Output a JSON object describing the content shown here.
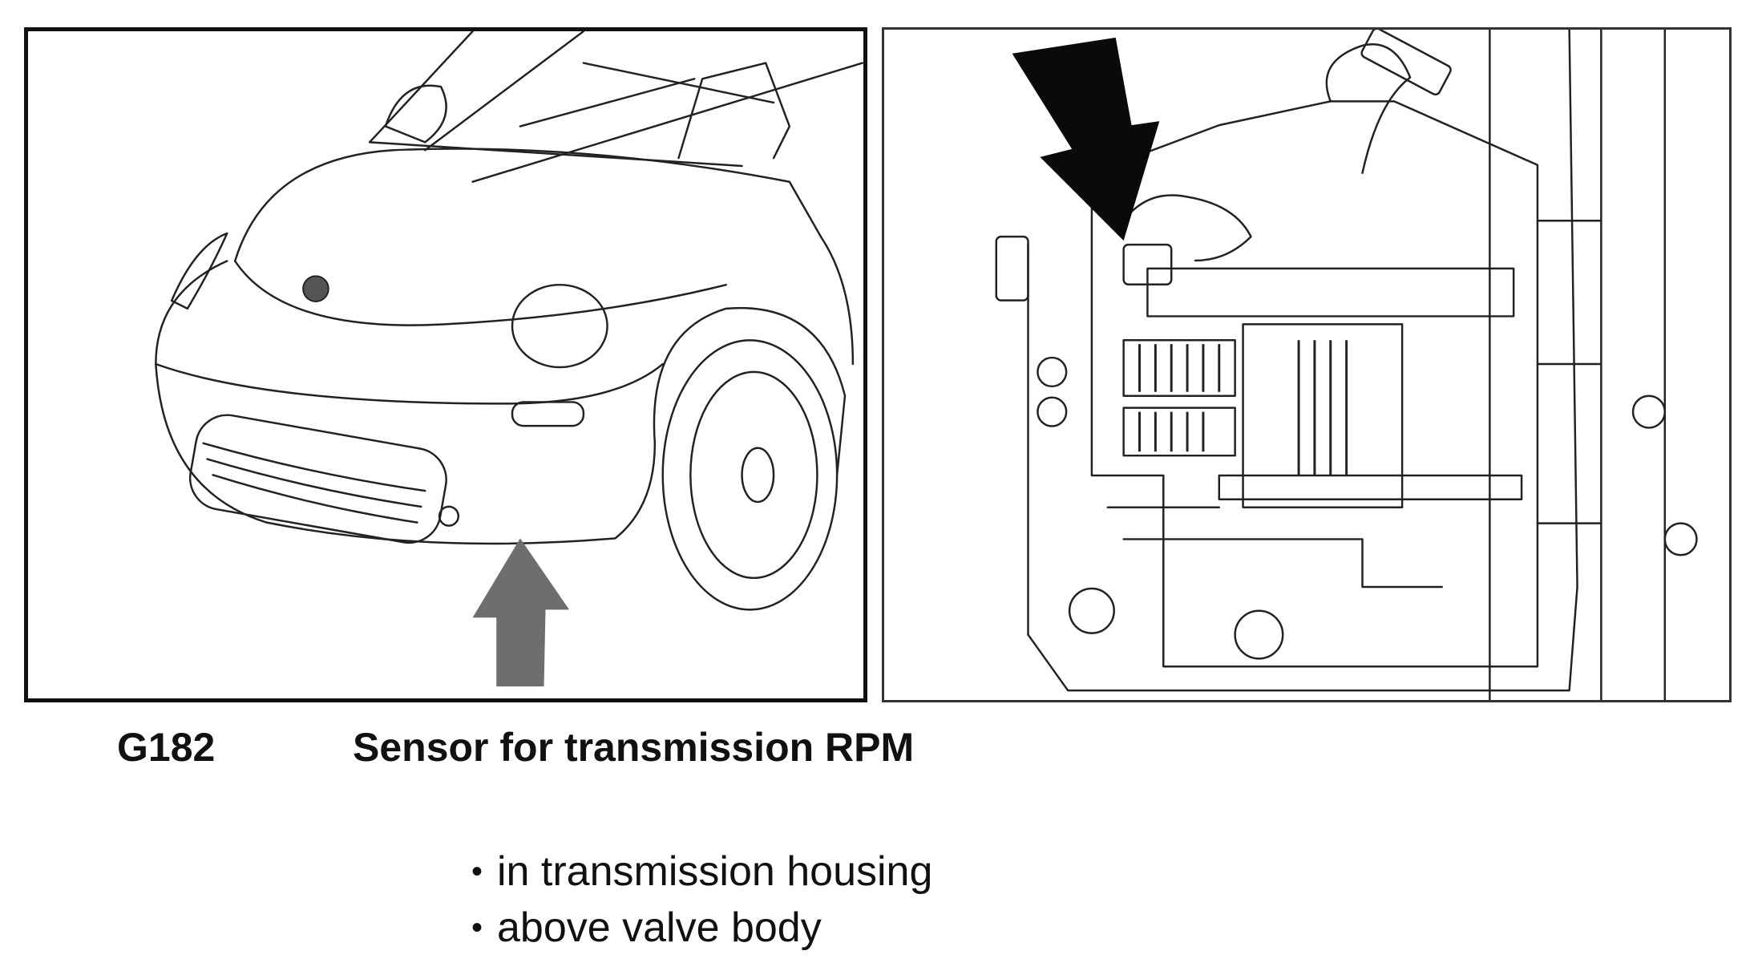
{
  "figure": {
    "component_code": "G182",
    "component_title": "Sensor for transmission RPM",
    "locations": [
      "in transmission housing",
      "above valve body"
    ],
    "bullet_glyph": "•",
    "colors": {
      "line_art": "#222222",
      "vehicle_arrow": "#6e6e6e",
      "component_arrow": "#0a0a0a"
    },
    "icons": {
      "vehicle_pointer": "up-arrow-icon",
      "component_pointer": "down-arrow-icon"
    }
  }
}
